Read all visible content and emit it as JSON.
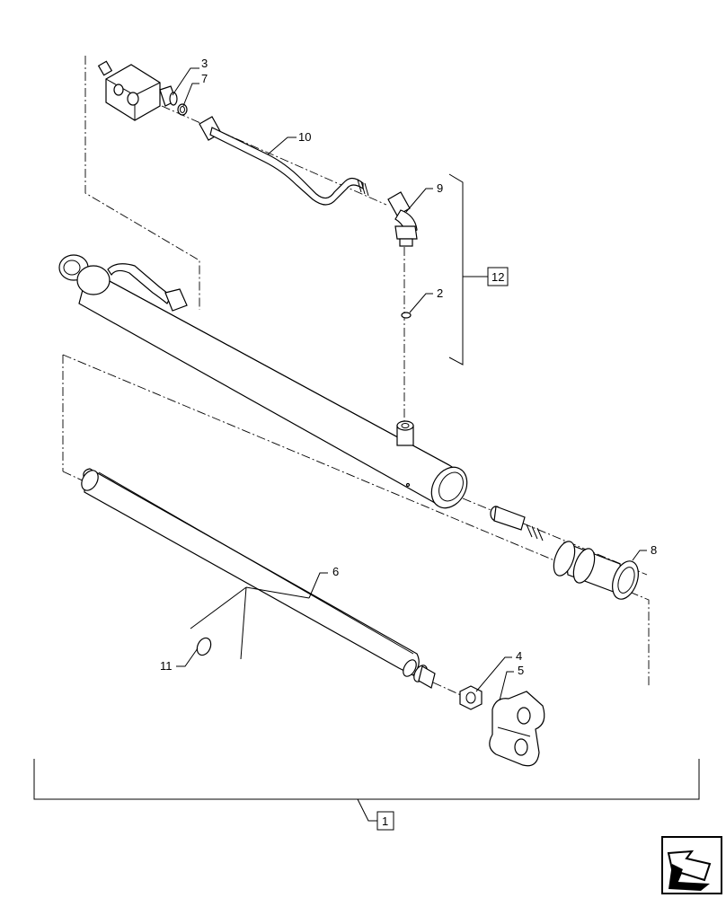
{
  "callouts": {
    "c1": "1",
    "c2": "2",
    "c3": "3",
    "c4": "4",
    "c5": "5",
    "c6": "6",
    "c7": "7",
    "c8": "8",
    "c9": "9",
    "c10": "10",
    "c11": "11",
    "c12": "12"
  },
  "nav": {
    "icon": "arrow-icon"
  }
}
